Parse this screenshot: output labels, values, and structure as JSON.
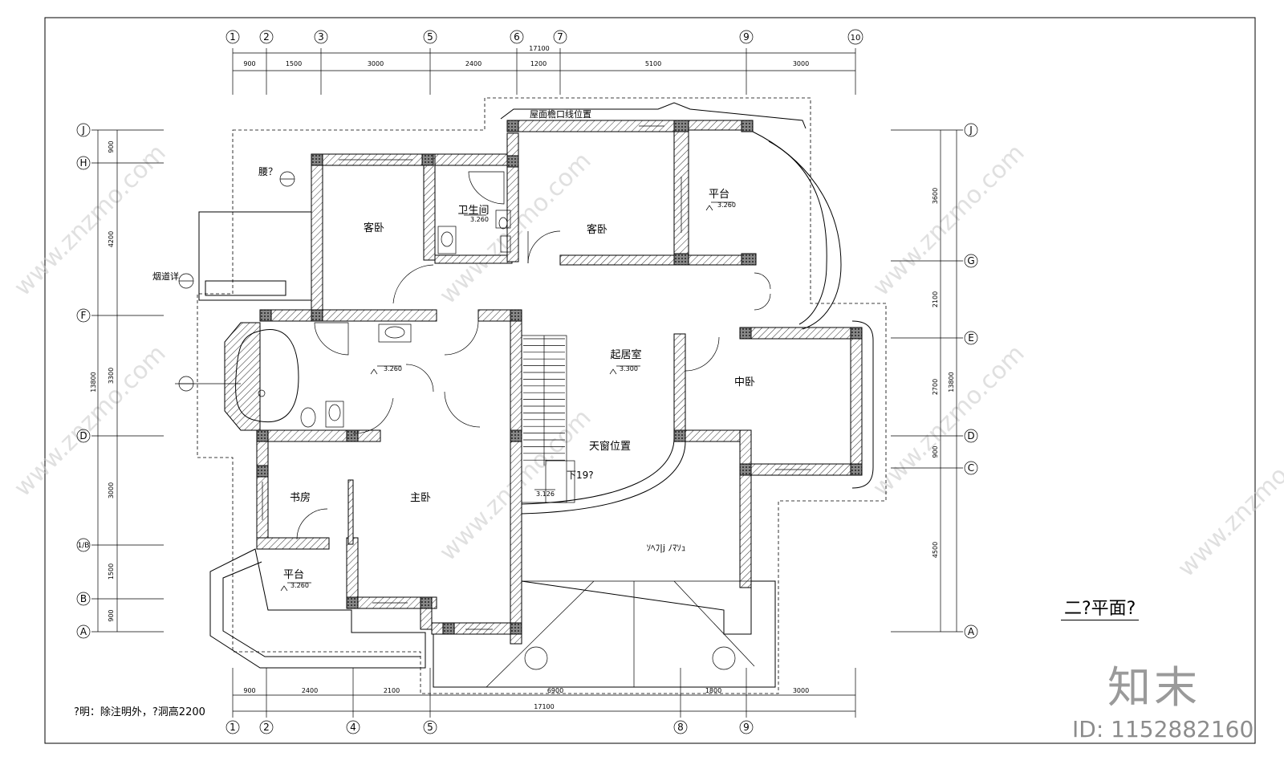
{
  "drawing": {
    "plan_title": "二?平面?",
    "note": "?明：除注明外，?洞高2200",
    "watermark": "www.znzmo.com",
    "logo_text": "知末",
    "id_text": "ID: 1152882160"
  },
  "dimensions": {
    "top_total": "17100",
    "top_segments": [
      "900",
      "1500",
      "3000",
      "2400",
      "1200",
      "5100",
      "3000"
    ],
    "bottom_total": "17100",
    "bottom_segments": [
      "900",
      "2400",
      "2100",
      "6900",
      "1800",
      "3000"
    ],
    "left_total": "13800",
    "left_segments": [
      "900",
      "4200",
      "3300",
      "3000",
      "1500",
      "900"
    ],
    "right_total": "13800",
    "right_segments": [
      "3600",
      "2100",
      "2700",
      "900",
      "4500"
    ]
  },
  "axes": {
    "top": [
      "1",
      "2",
      "3",
      "5",
      "6",
      "7",
      "9",
      "10"
    ],
    "bottom": [
      "1",
      "2",
      "4",
      "5",
      "8",
      "9"
    ],
    "left": [
      "J",
      "H",
      "F",
      "D",
      "1/B",
      "B",
      "A"
    ],
    "right": [
      "J",
      "G",
      "E",
      "D",
      "C",
      "A"
    ]
  },
  "rooms": {
    "guest_bedroom_1": "客卧",
    "guest_bedroom_2": "客卧",
    "bathroom": "卫生间",
    "terrace_1": "平台",
    "living_room": "起居室",
    "middle_bedroom": "中卧",
    "master_bedroom": "主卧",
    "study": "书房",
    "terrace_2": "平台",
    "skylight": "天窗位置",
    "roof_text": "ｿﾍﾌ|j ﾉﾏｿｭ"
  },
  "annotations": {
    "roof_eave": "屋面檐口线位置",
    "chimney": "烟道详",
    "waist": "腰？",
    "stair_down": "下19?"
  },
  "elevations": [
    "3.260",
    "3.260",
    "3.260",
    "3.300",
    "3.126",
    "3.260"
  ]
}
